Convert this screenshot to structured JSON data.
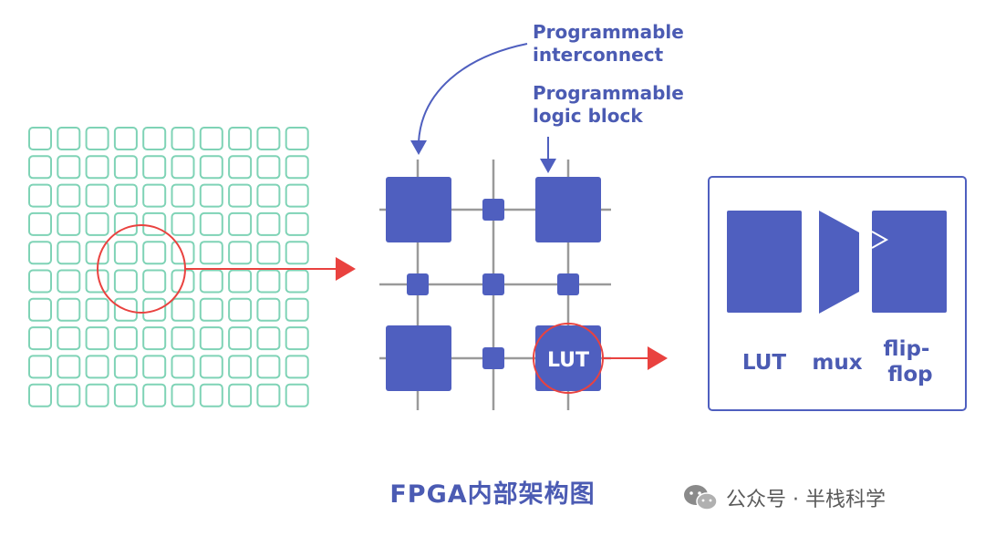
{
  "labels": {
    "interconnect_line1": "Programmable",
    "interconnect_line2": "interconnect",
    "logic_block_line1": "Programmable",
    "logic_block_line2": "logic block",
    "lut_in_block": "LUT",
    "detail_lut": "LUT",
    "detail_mux": "mux",
    "detail_flipflop_line1": "flip-",
    "detail_flipflop_line2": "flop"
  },
  "caption": "FPGA内部架构图",
  "watermark": {
    "icon": "wechat-icon",
    "text": "公众号 · 半栈科学"
  },
  "colors": {
    "grid_cell": "#7fd3b6",
    "block": "#4f5fbf",
    "wire": "#9a9a9a",
    "highlight": "#e9423f",
    "text": "#4b5bb3"
  }
}
